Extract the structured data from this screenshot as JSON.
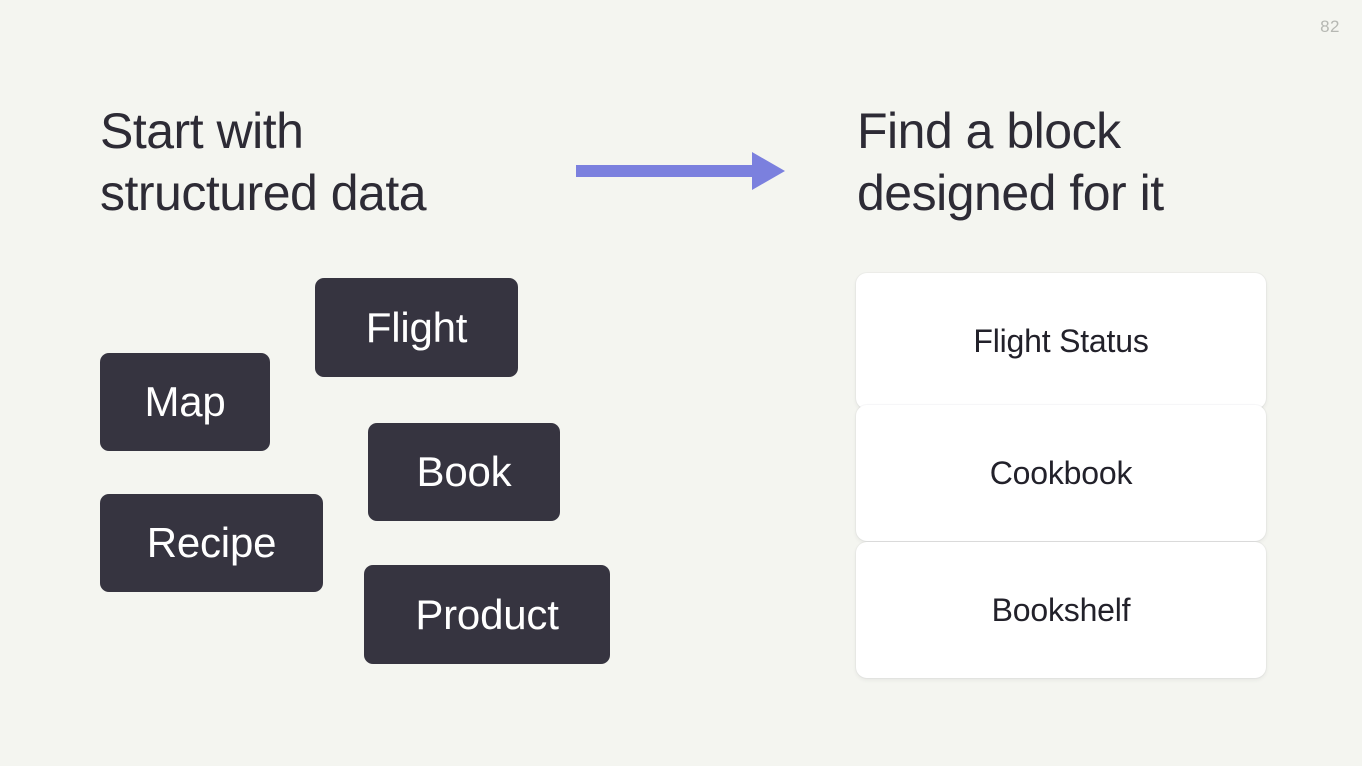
{
  "slide": {
    "page_number": "82",
    "background_color": "#f4f5f0"
  },
  "left_column": {
    "heading": "Start with\nstructured data",
    "tag_color": "#363440",
    "tag_text_color": "#ffffff",
    "tags": [
      {
        "label": "Flight"
      },
      {
        "label": "Map"
      },
      {
        "label": "Book"
      },
      {
        "label": "Recipe"
      },
      {
        "label": "Product"
      }
    ]
  },
  "arrow": {
    "name": "right-arrow",
    "color": "#7b80de",
    "direction": "right"
  },
  "right_column": {
    "heading": "Find a block\ndesigned for it",
    "card_color": "#ffffff",
    "card_text_color": "#22212a",
    "cards": [
      {
        "label": "Flight Status"
      },
      {
        "label": "Cookbook"
      },
      {
        "label": "Bookshelf"
      }
    ]
  }
}
